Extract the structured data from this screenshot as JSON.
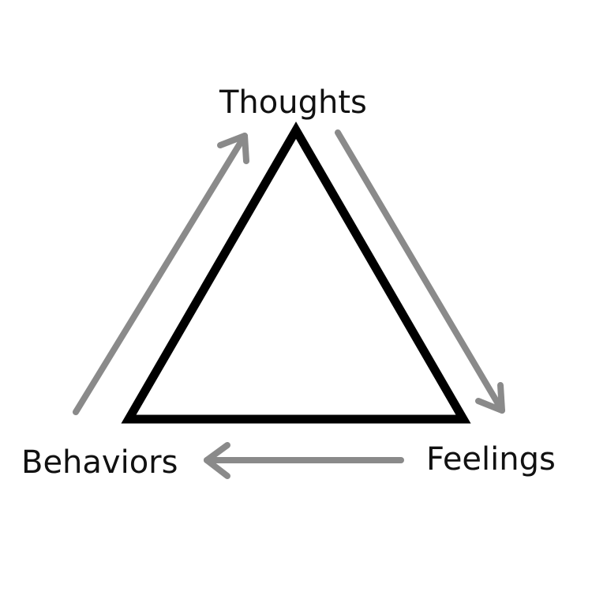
{
  "nodes": {
    "top": "Thoughts",
    "right": "Feelings",
    "left": "Behaviors"
  },
  "colors": {
    "background": "#ffffff",
    "triangle_stroke": "#000000",
    "arrow": "#8a8a8a",
    "text": "#111111"
  },
  "icons": {
    "arrow": "arrow-icon"
  }
}
